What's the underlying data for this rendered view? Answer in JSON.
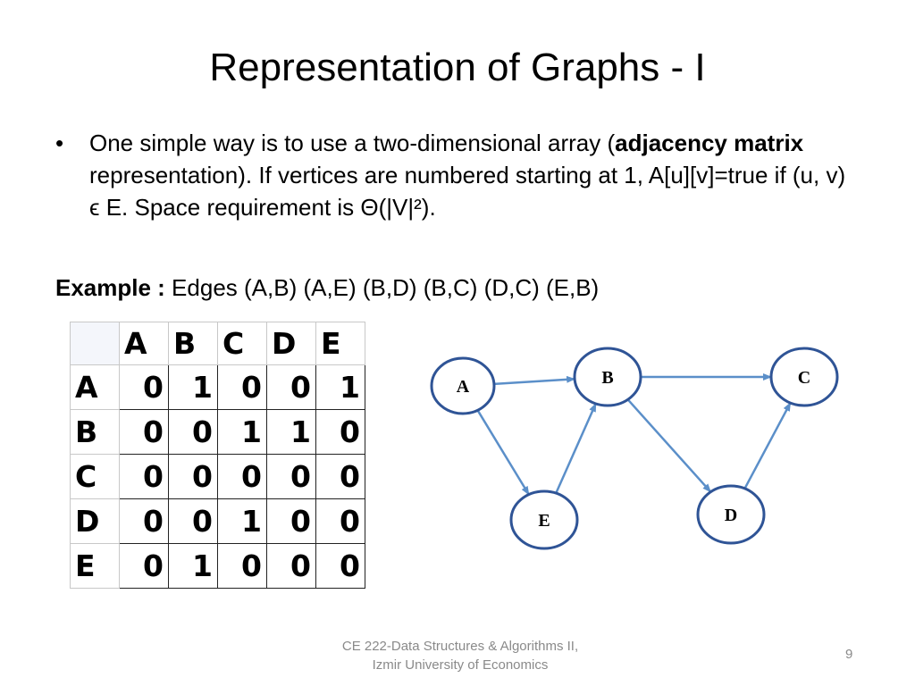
{
  "title": "Representation of Graphs - I",
  "bullet": {
    "dot": "•",
    "pre": "One simple way is to use a two-dimensional array (",
    "bold": "adjacency matrix",
    "post": " representation). If vertices are numbered starting at 1, A[u][v]=true if (u, v) ϵ E. Space requirement is Θ(|V|²)."
  },
  "example": {
    "label": "Example :",
    "edges_text": " Edges (A,B) (A,E) (B,D) (B,C) (D,C) (E,B)"
  },
  "matrix": {
    "col_headers": [
      "A",
      "B",
      "C",
      "D",
      "E"
    ],
    "rows": [
      {
        "label": "A",
        "cells": [
          "0",
          "1",
          "0",
          "0",
          "1"
        ]
      },
      {
        "label": "B",
        "cells": [
          "0",
          "0",
          "1",
          "1",
          "0"
        ]
      },
      {
        "label": "C",
        "cells": [
          "0",
          "0",
          "0",
          "0",
          "0"
        ]
      },
      {
        "label": "D",
        "cells": [
          "0",
          "0",
          "1",
          "0",
          "0"
        ]
      },
      {
        "label": "E",
        "cells": [
          "0",
          "1",
          "0",
          "0",
          "0"
        ]
      }
    ]
  },
  "graph": {
    "nodes": [
      {
        "id": "A",
        "label": "A"
      },
      {
        "id": "B",
        "label": "B"
      },
      {
        "id": "C",
        "label": "C"
      },
      {
        "id": "D",
        "label": "D"
      },
      {
        "id": "E",
        "label": "E"
      }
    ],
    "edges": [
      {
        "from": "A",
        "to": "B"
      },
      {
        "from": "A",
        "to": "E"
      },
      {
        "from": "B",
        "to": "D"
      },
      {
        "from": "B",
        "to": "C"
      },
      {
        "from": "D",
        "to": "C"
      },
      {
        "from": "E",
        "to": "B"
      }
    ],
    "node_stroke": "#2f5496",
    "edge_color": "#5b8fc9"
  },
  "footer": {
    "line1": "CE 222-Data Structures & Algorithms II,",
    "line2": "Izmir University of Economics"
  },
  "page_number": "9"
}
